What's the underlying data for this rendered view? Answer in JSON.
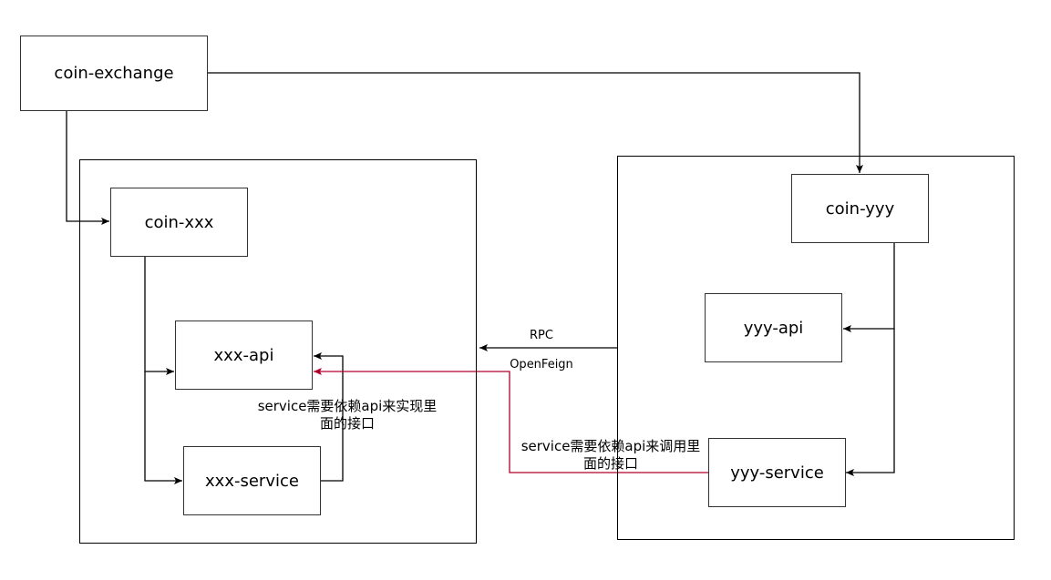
{
  "colors": {
    "line": "#000000",
    "accent": "#b0002a",
    "box_border": "#333333"
  },
  "nodes": {
    "coin_exchange": "coin-exchange",
    "coin_xxx": "coin-xxx",
    "xxx_api": "xxx-api",
    "xxx_service": "xxx-service",
    "coin_yyy": "coin-yyy",
    "yyy_api": "yyy-api",
    "yyy_service": "yyy-service"
  },
  "labels": {
    "rpc": "RPC",
    "openfeign": "OpenFeign",
    "left_note_line1": "service需要依赖api来实现里",
    "left_note_line2": "面的接口",
    "right_note_line1": "service需要依赖api来调用里",
    "right_note_line2": "面的接口"
  }
}
